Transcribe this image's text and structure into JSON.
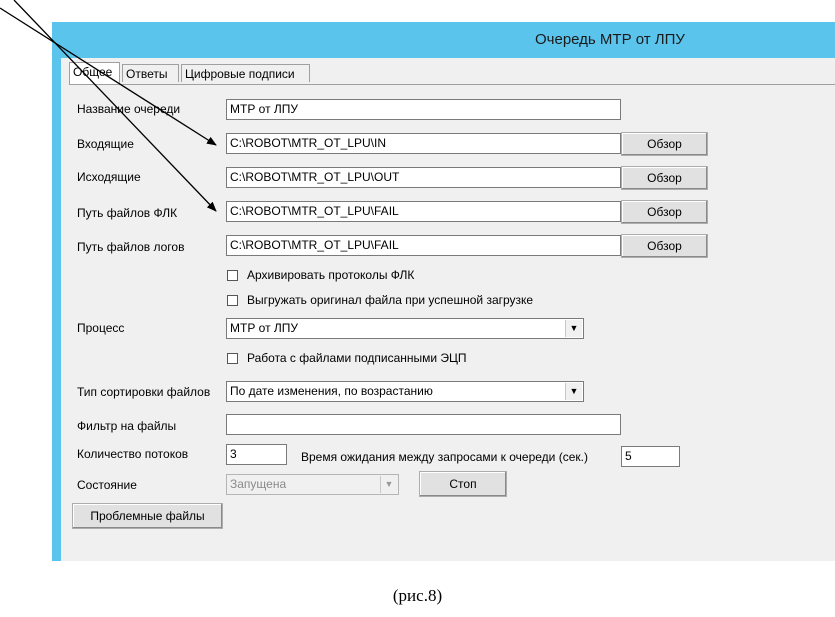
{
  "window": {
    "title": "Очередь МТР от ЛПУ"
  },
  "tabs": [
    {
      "label": "Общее",
      "active": true
    },
    {
      "label": "Ответы",
      "active": false
    },
    {
      "label": "Цифровые подписи",
      "active": false
    }
  ],
  "form": {
    "queue_name": {
      "label": "Название очереди",
      "value": "МТР от ЛПУ"
    },
    "incoming": {
      "label": "Входящие",
      "value": "C:\\ROBOT\\MTR_OT_LPU\\IN",
      "browse": "Обзор"
    },
    "outgoing": {
      "label": "Исходящие",
      "value": "C:\\ROBOT\\MTR_OT_LPU\\OUT",
      "browse": "Обзор"
    },
    "flk_path": {
      "label": "Путь файлов ФЛК",
      "value": "C:\\ROBOT\\MTR_OT_LPU\\FAIL",
      "browse": "Обзор"
    },
    "log_path": {
      "label": "Путь файлов логов",
      "value": "C:\\ROBOT\\MTR_OT_LPU\\FAIL",
      "browse": "Обзор"
    },
    "archive_flk": {
      "label": "Архивировать протоколы ФЛК",
      "checked": false
    },
    "upload_original": {
      "label": "Выгружать оригинал файла при успешной загрузке",
      "checked": false
    },
    "process": {
      "label": "Процесс",
      "value": "МТР от ЛПУ"
    },
    "signed_files": {
      "label": "Работа с файлами подписанными ЭЦП",
      "checked": false
    },
    "sort_type": {
      "label": "Тип сортировки файлов",
      "value": "По дате изменения, по возрастанию"
    },
    "file_filter": {
      "label": "Фильтр на файлы",
      "value": ""
    },
    "thread_count": {
      "label": "Количество потоков",
      "value": "3"
    },
    "wait_time": {
      "label": "Время ожидания между запросами к очереди (сек.)",
      "value": "5"
    },
    "state": {
      "label": "Состояние",
      "value": "Запущена",
      "stop_button": "Стоп"
    },
    "problem_files_button": "Проблемные файлы"
  },
  "caption": "(рис.8)",
  "colors": {
    "titlebar": "#5bc4ec",
    "client": "#f0f0f0",
    "arrow": "#000000"
  },
  "icons": [
    "checkbox-icon",
    "dropdown-arrow-icon"
  ]
}
